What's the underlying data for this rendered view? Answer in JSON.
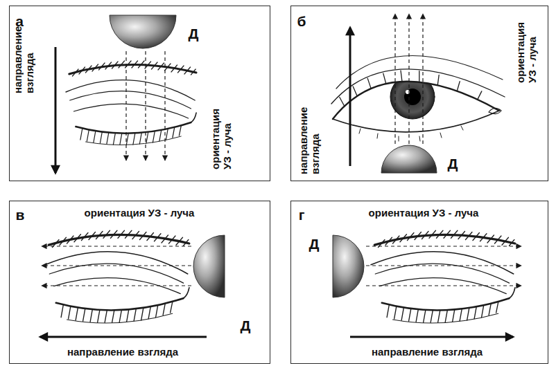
{
  "diagram": {
    "nodes": [
      {
        "text": [
          "а",
          "Д",
          "направление взгляда",
          "ориентация УЗ - луча"
        ]
      },
      {
        "text": [
          "б",
          "направление взгляда",
          "ориентация УЗ - луча",
          "Д"
        ]
      },
      {
        "text": [
          "в",
          "ориентация УЗ - луча",
          "Д",
          "направление взгляда"
        ]
      },
      {
        "text": [
          "г",
          "ориентация УЗ - луча",
          "Д",
          "направление взгляда"
        ]
      }
    ]
  }
}
